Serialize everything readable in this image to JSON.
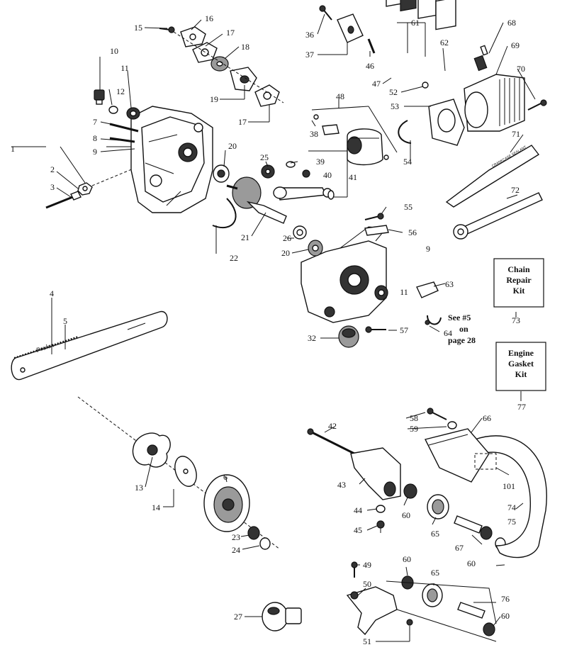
{
  "diagram": {
    "callouts": [
      {
        "id": "c1",
        "text": "1"
      },
      {
        "id": "c2",
        "text": "2"
      },
      {
        "id": "c3",
        "text": "3"
      },
      {
        "id": "c4",
        "text": "4"
      },
      {
        "id": "c5",
        "text": "5"
      },
      {
        "id": "c6",
        "text": "6"
      },
      {
        "id": "c7",
        "text": "7"
      },
      {
        "id": "c8",
        "text": "8"
      },
      {
        "id": "c9a",
        "text": "9"
      },
      {
        "id": "c9b",
        "text": "9"
      },
      {
        "id": "c10",
        "text": "10"
      },
      {
        "id": "c11a",
        "text": "11"
      },
      {
        "id": "c11b",
        "text": "11"
      },
      {
        "id": "c12",
        "text": "12"
      },
      {
        "id": "c13",
        "text": "13"
      },
      {
        "id": "c14",
        "text": "14"
      },
      {
        "id": "c15",
        "text": "15"
      },
      {
        "id": "c16",
        "text": "16"
      },
      {
        "id": "c17a",
        "text": "17"
      },
      {
        "id": "c17b",
        "text": "17"
      },
      {
        "id": "c18",
        "text": "18"
      },
      {
        "id": "c19",
        "text": "19"
      },
      {
        "id": "c20a",
        "text": "20"
      },
      {
        "id": "c20b",
        "text": "20"
      },
      {
        "id": "c21",
        "text": "21"
      },
      {
        "id": "c22",
        "text": "22"
      },
      {
        "id": "c23",
        "text": "23"
      },
      {
        "id": "c24",
        "text": "24"
      },
      {
        "id": "c25",
        "text": "25"
      },
      {
        "id": "c26",
        "text": "26"
      },
      {
        "id": "c27",
        "text": "27"
      },
      {
        "id": "c32",
        "text": "32"
      },
      {
        "id": "c36",
        "text": "36"
      },
      {
        "id": "c37",
        "text": "37"
      },
      {
        "id": "c38",
        "text": "38"
      },
      {
        "id": "c39",
        "text": "39"
      },
      {
        "id": "c40",
        "text": "40"
      },
      {
        "id": "c41",
        "text": "41"
      },
      {
        "id": "c42",
        "text": "42"
      },
      {
        "id": "c43",
        "text": "43"
      },
      {
        "id": "c44",
        "text": "44"
      },
      {
        "id": "c45",
        "text": "45"
      },
      {
        "id": "c46",
        "text": "46"
      },
      {
        "id": "c47",
        "text": "47"
      },
      {
        "id": "c48",
        "text": "48"
      },
      {
        "id": "c49",
        "text": "49"
      },
      {
        "id": "c50",
        "text": "50"
      },
      {
        "id": "c51",
        "text": "51"
      },
      {
        "id": "c52",
        "text": "52"
      },
      {
        "id": "c53",
        "text": "53"
      },
      {
        "id": "c54",
        "text": "54"
      },
      {
        "id": "c55",
        "text": "55"
      },
      {
        "id": "c56",
        "text": "56"
      },
      {
        "id": "c57",
        "text": "57"
      },
      {
        "id": "c58",
        "text": "58"
      },
      {
        "id": "c59",
        "text": "59"
      },
      {
        "id": "c60a",
        "text": "60"
      },
      {
        "id": "c60b",
        "text": "60"
      },
      {
        "id": "c60c",
        "text": "60"
      },
      {
        "id": "c60d",
        "text": "60"
      },
      {
        "id": "c61",
        "text": "61"
      },
      {
        "id": "c62",
        "text": "62"
      },
      {
        "id": "c63",
        "text": "63"
      },
      {
        "id": "c64",
        "text": "64"
      },
      {
        "id": "c65a",
        "text": "65"
      },
      {
        "id": "c65b",
        "text": "65"
      },
      {
        "id": "c66",
        "text": "66"
      },
      {
        "id": "c67",
        "text": "67"
      },
      {
        "id": "c68",
        "text": "68"
      },
      {
        "id": "c69",
        "text": "69"
      },
      {
        "id": "c70",
        "text": "70"
      },
      {
        "id": "c71",
        "text": "71"
      },
      {
        "id": "c72",
        "text": "72"
      },
      {
        "id": "c73",
        "text": "73"
      },
      {
        "id": "c74",
        "text": "74"
      },
      {
        "id": "c75",
        "text": "75"
      },
      {
        "id": "c76",
        "text": "76"
      },
      {
        "id": "c77",
        "text": "77"
      },
      {
        "id": "c101",
        "text": "101"
      }
    ],
    "kits": {
      "chain_repair": [
        "Chain",
        "Repair",
        "Kit"
      ],
      "engine_gasket": [
        "Engine",
        "Gasket",
        "Kit"
      ]
    },
    "see_note": [
      "See #5",
      "on",
      "page 28"
    ],
    "tube_label": "CRANKCASE SEALANT",
    "bar_brand": "Poulan"
  }
}
